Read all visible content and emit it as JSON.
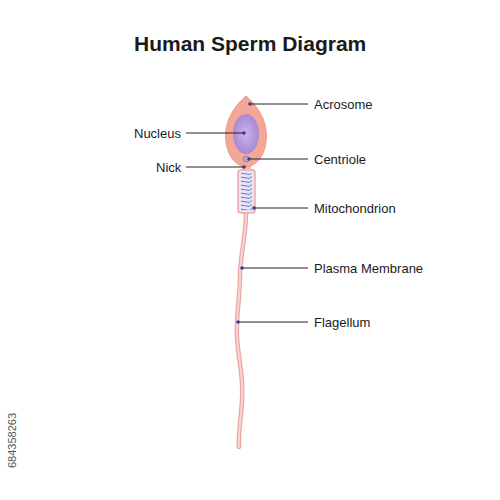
{
  "diagram": {
    "title": "Human Sperm Diagram",
    "labels": [
      "Acrosome",
      "Nucleus",
      "Nick",
      "Centriole",
      "Mitochondrion",
      "Plasma Membrane",
      "Flagellum",
      "684358263"
    ]
  }
}
